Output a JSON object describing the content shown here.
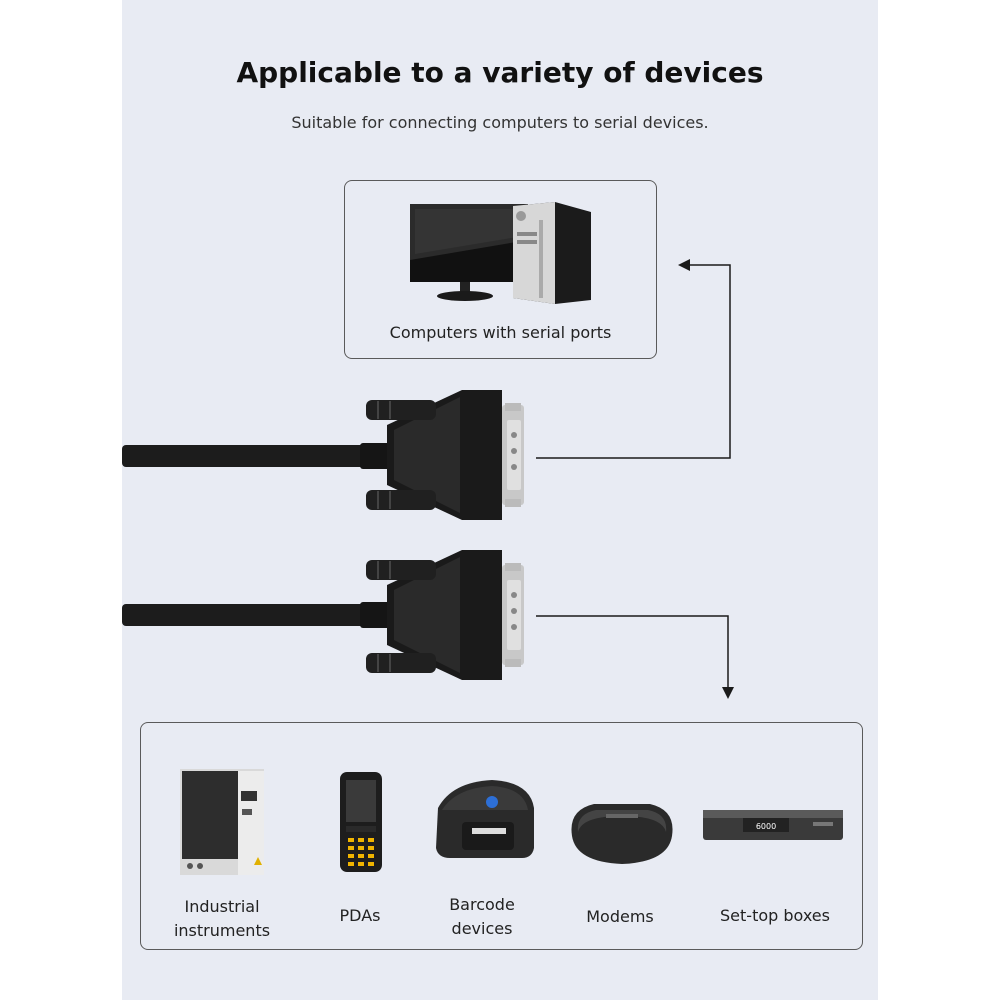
{
  "header": {
    "title": "Applicable to a variety of devices",
    "subtitle": "Suitable for connecting computers to serial devices."
  },
  "computer": {
    "label": "Computers with serial ports"
  },
  "devices": [
    {
      "label": "Industrial\ninstruments",
      "icon": "industrial-instrument-icon"
    },
    {
      "label": "PDAs",
      "icon": "pda-icon"
    },
    {
      "label": "Barcode\ndevices",
      "icon": "barcode-printer-icon"
    },
    {
      "label": "Modems",
      "icon": "modem-icon"
    },
    {
      "label": "Set-top boxes",
      "icon": "set-top-box-icon"
    }
  ],
  "set_top_box_display": "6000",
  "colors": {
    "panel_background": "#e8ebf3",
    "line": "#1a1a1a",
    "cable": "#1c1c1c"
  }
}
